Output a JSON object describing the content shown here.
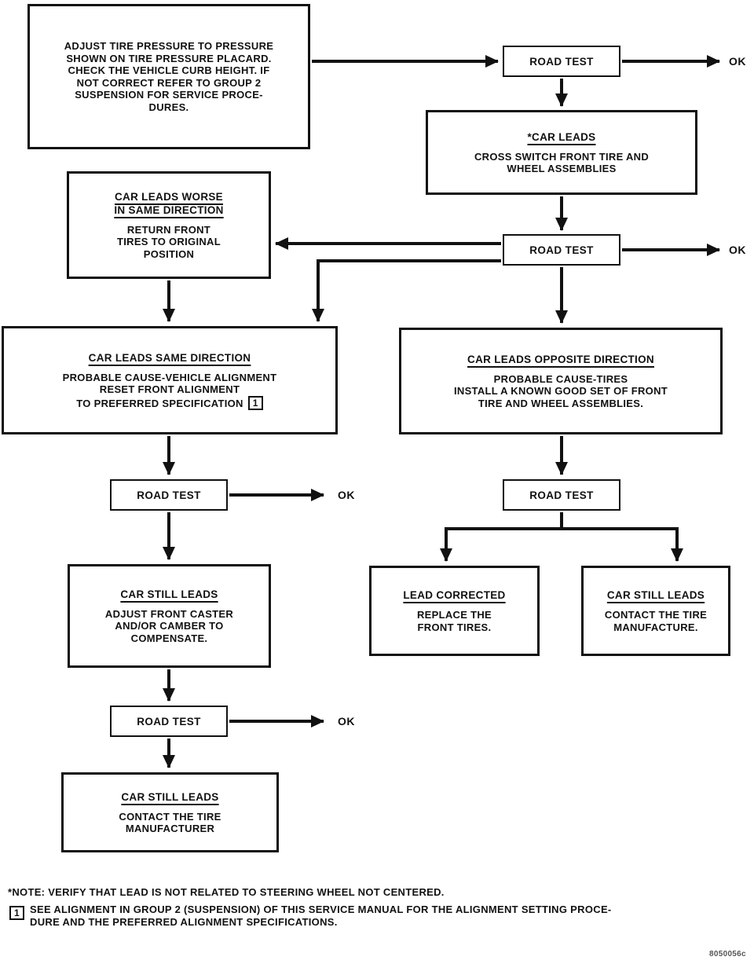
{
  "road_test_label": "ROAD TEST",
  "ok_label": "OK",
  "boxes": {
    "start": {
      "body": "ADJUST TIRE PRESSURE TO PRESSURE\nSHOWN ON TIRE PRESSURE PLACARD.\nCHECK THE VEHICLE CURB HEIGHT. IF\nNOT CORRECT REFER TO GROUP 2\nSUSPENSION FOR SERVICE PROCE-\nDURES."
    },
    "car_leads": {
      "title": "*CAR LEADS",
      "body": "CROSS SWITCH FRONT TIRE AND\nWHEEL ASSEMBLIES"
    },
    "leads_worse": {
      "title": "CAR LEADS WORSE\nIN SAME DIRECTION",
      "body": "RETURN FRONT\nTIRES TO ORIGINAL\nPOSITION"
    },
    "same_direction": {
      "title": "CAR LEADS SAME DIRECTION",
      "body": "PROBABLE CAUSE-VEHICLE ALIGNMENT\nRESET FRONT ALIGNMENT\nTO PREFERRED SPECIFICATION",
      "ref": "1"
    },
    "opposite_direction": {
      "title": "CAR LEADS OPPOSITE DIRECTION",
      "body": "PROBABLE CAUSE-TIRES\nINSTALL A KNOWN GOOD SET OF FRONT\nTIRE AND WHEEL ASSEMBLIES."
    },
    "still_leads_adjust": {
      "title": "CAR STILL LEADS",
      "body": "ADJUST FRONT CASTER\nAND/OR CAMBER TO\nCOMPENSATE."
    },
    "lead_corrected": {
      "title": "LEAD CORRECTED",
      "body": "REPLACE THE\nFRONT TIRES."
    },
    "still_leads_contact": {
      "title": "CAR STILL LEADS",
      "body": "CONTACT THE TIRE\nMANUFACTURE."
    },
    "still_leads_final": {
      "title": "CAR STILL LEADS",
      "body": "CONTACT THE TIRE\nMANUFACTURER"
    }
  },
  "notes": {
    "star_note": "*NOTE: VERIFY THAT LEAD IS NOT RELATED TO STEERING WHEEL NOT CENTERED.",
    "ref_label": "1",
    "ref_note": "SEE ALIGNMENT IN GROUP 2 (SUSPENSION) OF THIS SERVICE MANUAL FOR THE ALIGNMENT SETTING PROCE-\nDURE AND THE PREFERRED ALIGNMENT SPECIFICATIONS."
  },
  "footer_code": "8050056c",
  "colors": {
    "line": "#111111",
    "background": "#ffffff"
  }
}
